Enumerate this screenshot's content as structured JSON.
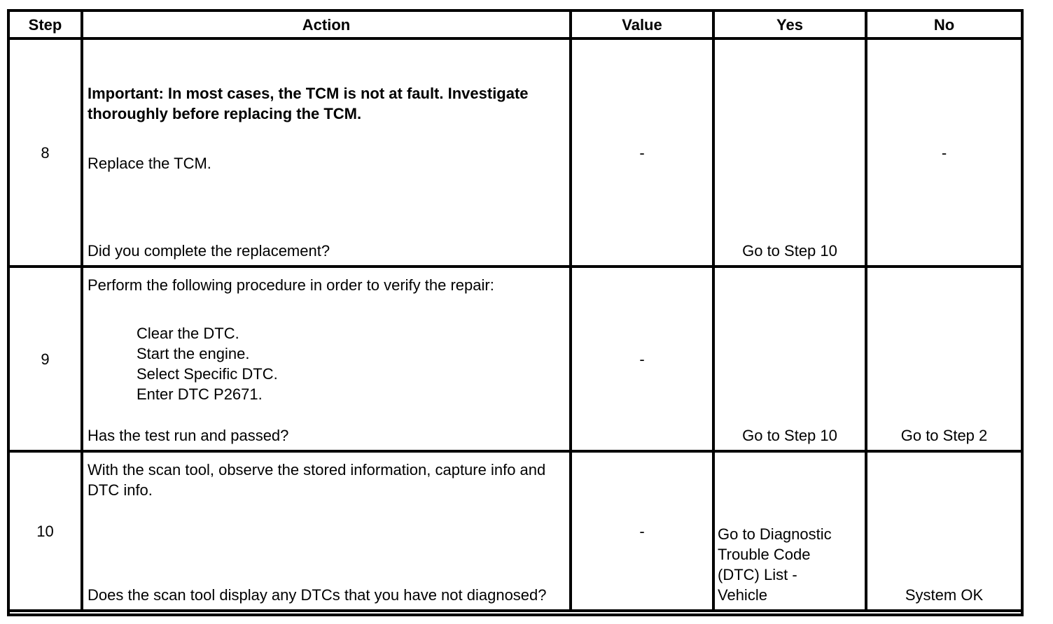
{
  "table": {
    "headers": [
      "Step",
      "Action",
      "Value",
      "Yes",
      "No"
    ],
    "rows": [
      {
        "step": "8",
        "action_important": "Important: In most cases, the TCM is not at fault. Investigate thoroughly before replacing the TCM.",
        "action_body": "Replace the TCM.",
        "action_question": "Did you complete the replacement?",
        "value": "-",
        "yes": "Go to Step 10",
        "no": "-"
      },
      {
        "step": "9",
        "action_intro": "Perform the following procedure in order to verify the repair:",
        "action_list": [
          "Clear the DTC.",
          "Start the engine.",
          "Select Specific DTC.",
          "Enter DTC P2671."
        ],
        "action_question": "Has the test run and passed?",
        "value": "-",
        "yes": "Go to Step 10",
        "no": "Go to Step 2"
      },
      {
        "step": "10",
        "action_body": "With the scan tool, observe the stored information, capture info and DTC info.",
        "action_question": "Does the scan tool display any DTCs that you have not diagnosed?",
        "value": "-",
        "yes": "Go to Diagnostic Trouble Code (DTC) List - Vehicle",
        "no": "System OK"
      }
    ]
  }
}
